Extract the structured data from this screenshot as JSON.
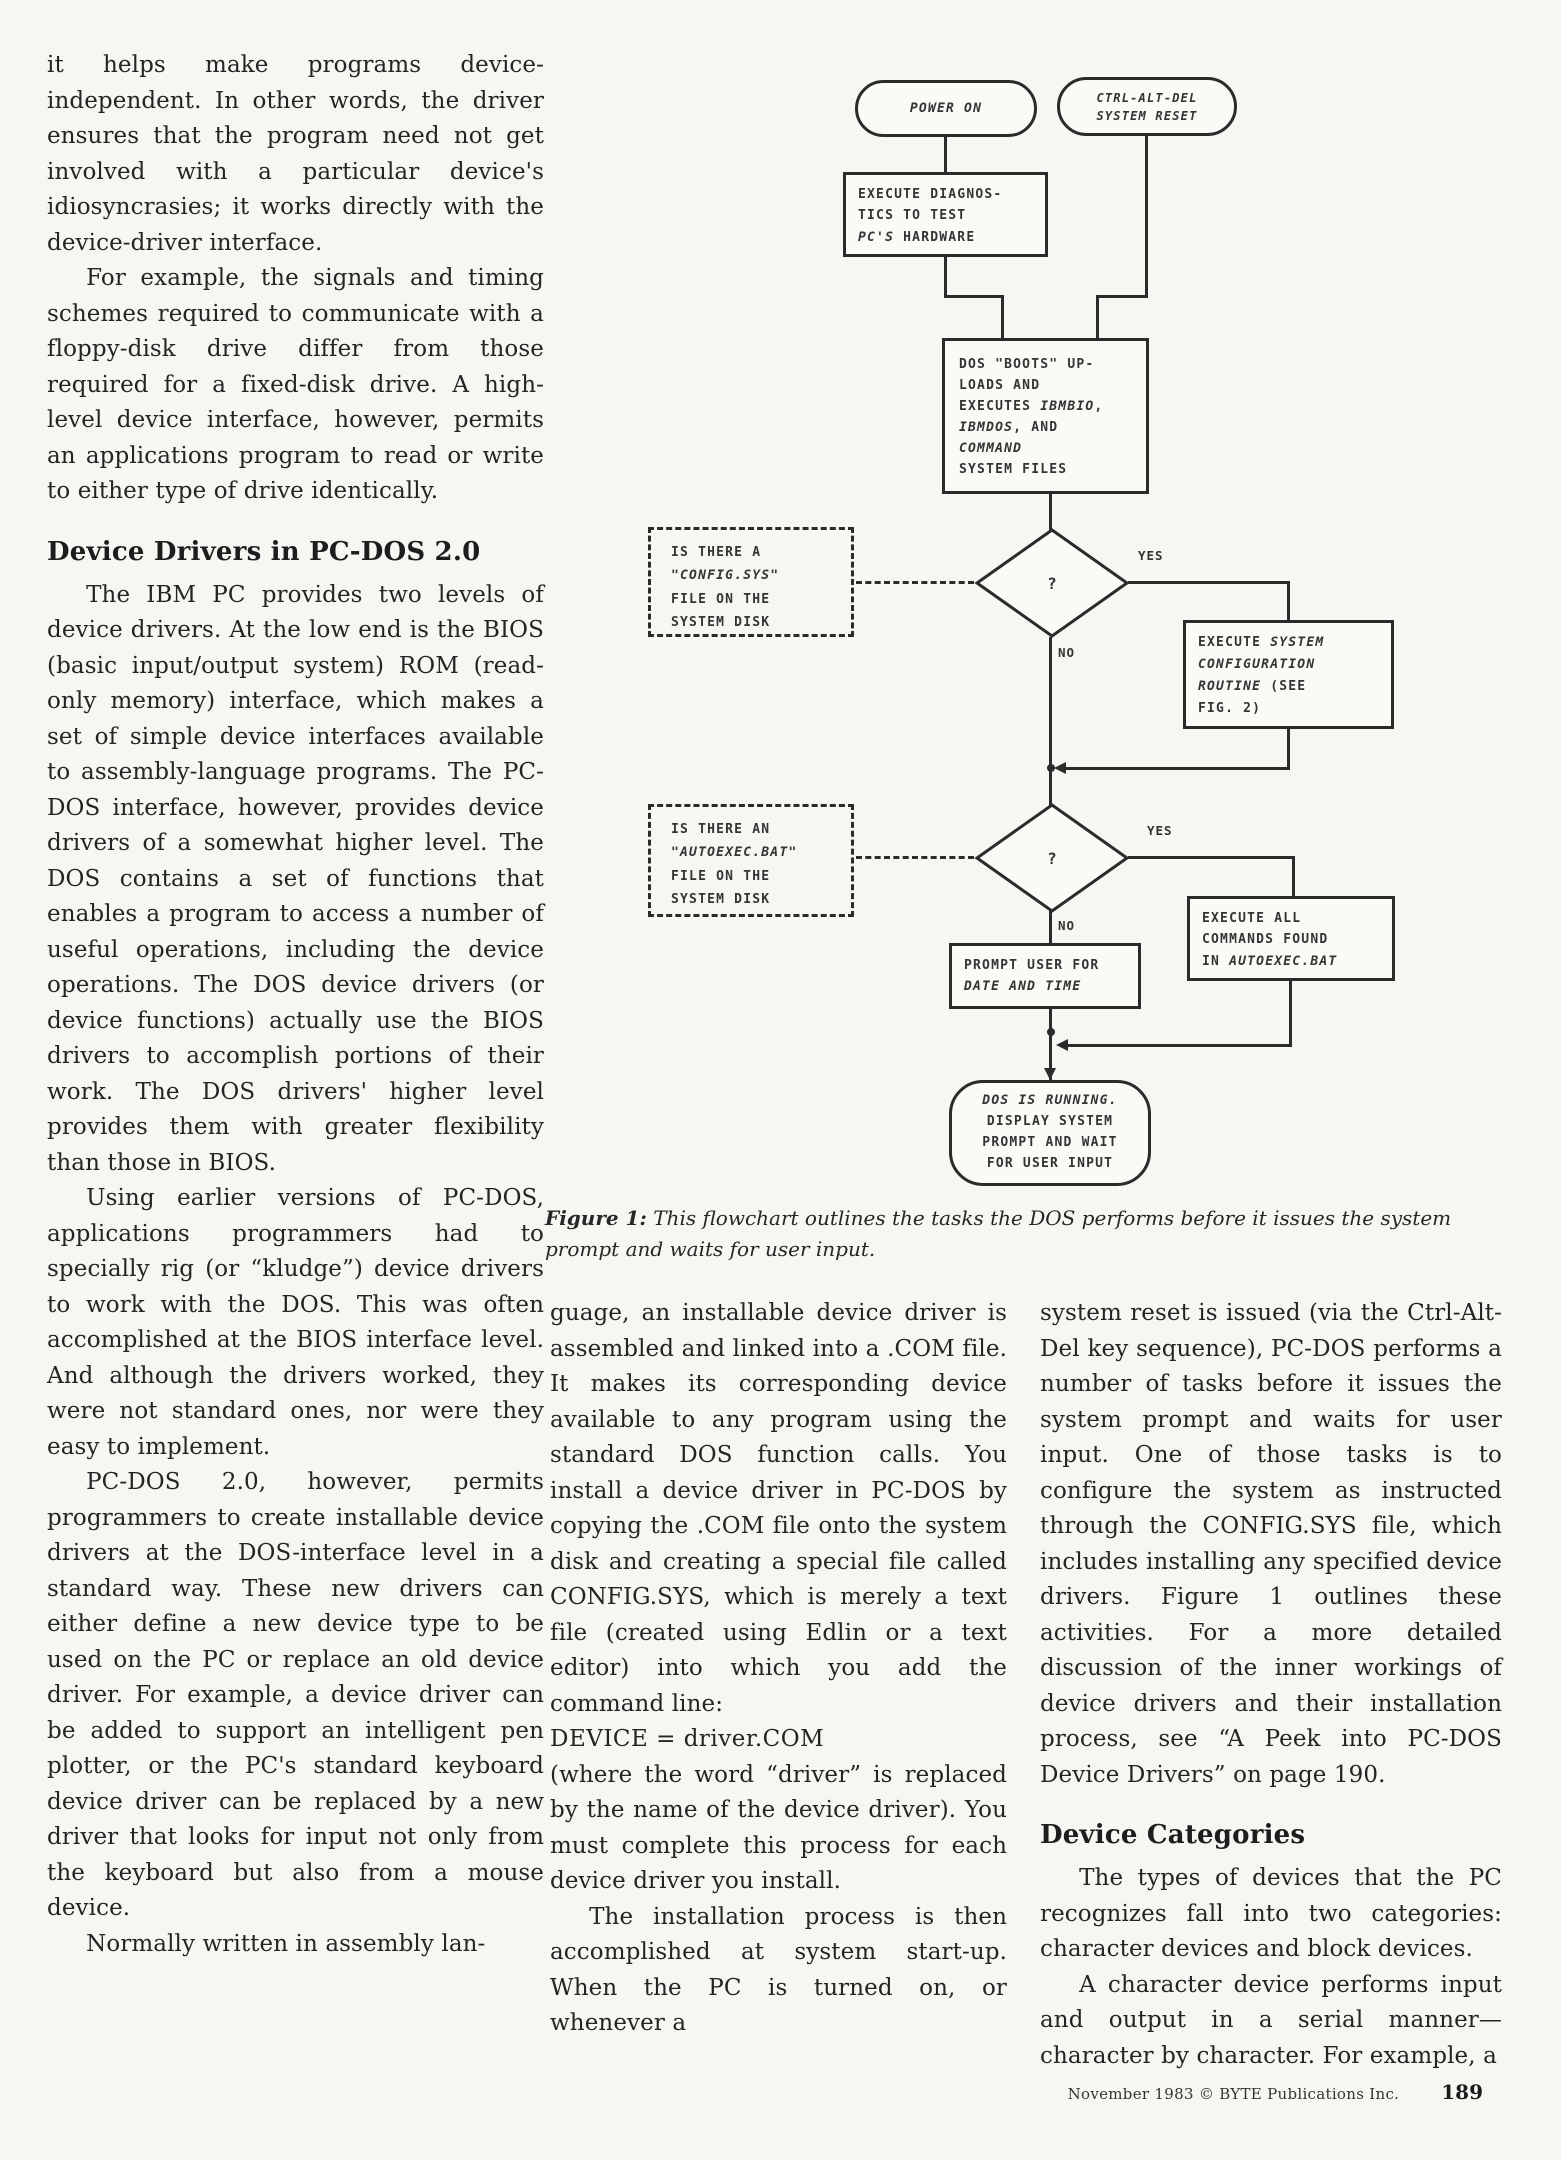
{
  "article": {
    "col_left": {
      "p1": "it helps make programs device-independent. In other words, the driver ensures that the program need not get involved with a particular device's idiosyncrasies; it works directly with the device-driver interface.",
      "p2": "For example, the signals and timing schemes required to communicate with a floppy-disk drive differ from those required for a fixed-disk drive. A high-level device interface, however, permits an applications program to read or write to either type of drive identically.",
      "heading1": "Device Drivers in PC-DOS 2.0",
      "p3": "The IBM PC provides two levels of device drivers. At the low end is the BIOS (basic input/output system) ROM (read-only memory) interface, which makes a set of simple device interfaces available to assembly-language programs. The PC-DOS interface, however, provides device drivers of a somewhat higher level. The DOS contains a set of functions that enables a program to access a number of useful operations, including the device operations. The DOS device drivers (or device functions) actually use the BIOS drivers to accomplish portions of their work. The DOS drivers' higher level provides them with greater flexibility than those in BIOS.",
      "p4": "Using earlier versions of PC-DOS, applications programmers had to specially rig (or “kludge”) device drivers to work with the DOS. This was often accomplished at the BIOS interface level. And although the drivers worked, they were not standard ones, nor were they easy to implement.",
      "p5": "PC-DOS 2.0, however, permits programmers to create installable device drivers at the DOS-interface level in a standard way. These new drivers can either define a new device type to be used on the PC or replace an old device driver. For example, a device driver can be added to support an intelligent pen plotter, or the PC's standard keyboard device driver can be replaced by a new driver that looks for input not only from the keyboard but also from a mouse device.",
      "p6": "Normally written in assembly lan-"
    },
    "col_mid": {
      "p1": "guage, an installable device driver is assembled and linked into a .COM file. It makes its corresponding device available to any program using the standard DOS function calls. You install a device driver in PC-DOS by copying the .COM file onto the system disk and creating a special file called CONFIG.SYS, which is merely a text file (created using Edlin or a text editor) into which you add the command line:",
      "code": "DEVICE = driver.COM",
      "p2": "(where the word “driver” is replaced by the name of the device driver). You must complete this process for each device driver you install.",
      "p3": "The installation process is then accomplished at system start-up. When the PC is turned on, or whenever a"
    },
    "col_right": {
      "p1": "system reset is issued (via the Ctrl-Alt-Del key sequence), PC-DOS performs a number of tasks before it issues the system prompt and waits for user input. One of those tasks is to configure the system as instructed through the CONFIG.SYS file, which includes installing any specified device drivers. Figure 1 outlines these activities. For a more detailed discussion of the inner workings of device drivers and their installation process, see “A Peek into PC-DOS Device Drivers” on page 190.",
      "heading2": "Device Categories",
      "p2": "The types of devices that the PC recognizes fall into two categories: character devices and block devices.",
      "p3": "A character device performs input and output in a serial manner—character by character. For example, a"
    }
  },
  "figure": {
    "caption_label": "Figure 1:",
    "caption": " This flowchart outlines the tasks the DOS performs before it issues the system prompt and waits for user input.",
    "flowchart": {
      "power_on": {
        "segments": [
          {
            "t": "POWER ON",
            "i": true
          }
        ]
      },
      "system_reset": {
        "segments": [
          {
            "t": "CTRL-ALT-DEL\nSYSTEM RESET",
            "i": true
          }
        ]
      },
      "diagnostics": {
        "segments": [
          {
            "t": "EXECUTE DIAGNOS-\nTICS TO TEST\n"
          },
          {
            "t": "PC'S",
            "i": true
          },
          {
            "t": " HARDWARE"
          }
        ]
      },
      "boot": {
        "segments": [
          {
            "t": "DOS \"BOOTS\" UP-\nLOADS AND\nEXECUTES "
          },
          {
            "t": "IBMBIO",
            "i": true
          },
          {
            "t": ",\n"
          },
          {
            "t": "IBMDOS",
            "i": true
          },
          {
            "t": ", AND\n"
          },
          {
            "t": "COMMAND",
            "i": true
          },
          {
            "t": "\nSYSTEM FILES"
          }
        ]
      },
      "config_note": {
        "segments": [
          {
            "t": "IS THERE A\n"
          },
          {
            "t": "\"CONFIG.SYS\"",
            "i": true
          },
          {
            "t": "\nFILE ON THE\nSYSTEM DISK"
          }
        ]
      },
      "decision1": {
        "label": "?",
        "yes": "YES",
        "no": "NO"
      },
      "config_exec": {
        "segments": [
          {
            "t": "EXECUTE "
          },
          {
            "t": "SYSTEM\nCONFIGURATION\nROUTINE",
            "i": true
          },
          {
            "t": " (SEE\nFIG. 2)"
          }
        ]
      },
      "autoexec_note": {
        "segments": [
          {
            "t": "IS THERE AN\n"
          },
          {
            "t": "\"AUTOEXEC.BAT\"",
            "i": true
          },
          {
            "t": "\nFILE ON THE\nSYSTEM DISK"
          }
        ]
      },
      "decision2": {
        "label": "?",
        "yes": "YES",
        "no": "NO"
      },
      "autoexec_exec": {
        "segments": [
          {
            "t": "EXECUTE ALL\nCOMMANDS FOUND\nIN "
          },
          {
            "t": "AUTOEXEC.BAT",
            "i": true
          }
        ]
      },
      "prompt_user": {
        "segments": [
          {
            "t": "PROMPT USER FOR\n"
          },
          {
            "t": "DATE AND TIME",
            "i": true
          }
        ]
      },
      "dos_running": {
        "segments": [
          {
            "t": "DOS IS RUNNING.",
            "i": true
          },
          {
            "t": "\nDISPLAY SYSTEM\nPROMPT AND WAIT\nFOR USER INPUT"
          }
        ]
      }
    }
  },
  "footer": {
    "credit": "November 1983 © BYTE Publications Inc.",
    "page_number": "189"
  }
}
